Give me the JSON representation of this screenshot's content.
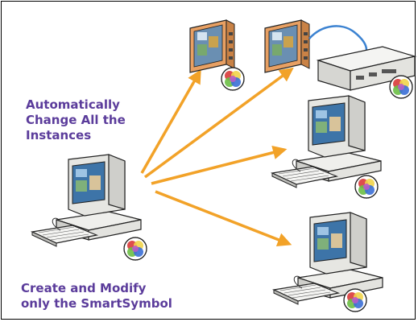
{
  "captions": {
    "top": "Automatically\nChange All the\nInstances",
    "bottom": "Create and Modify\nonly the SmartSymbol"
  },
  "colors": {
    "arrow": "#f2a228",
    "caption": "#5b3c9b",
    "pc_body": "#d9d9d6",
    "panel_bezel": "#e8a063",
    "cable": "#3b82d1",
    "badge": [
      "#d93a3a",
      "#f1d44a",
      "#3b6fd6",
      "#6bbf45",
      "#b95cc8"
    ]
  },
  "nodes": [
    {
      "id": "source-pc",
      "type": "desktop-computer",
      "badge": "smartsymbol-badge-icon"
    },
    {
      "id": "panel-pc-1",
      "type": "touch-panel",
      "badge": "smartsymbol-badge-icon"
    },
    {
      "id": "panel-pc-2",
      "type": "touch-panel-with-box-pc",
      "badge": "smartsymbol-badge-icon"
    },
    {
      "id": "target-pc-1",
      "type": "desktop-computer",
      "badge": "smartsymbol-badge-icon"
    },
    {
      "id": "target-pc-2",
      "type": "desktop-computer",
      "badge": "smartsymbol-badge-icon"
    }
  ]
}
